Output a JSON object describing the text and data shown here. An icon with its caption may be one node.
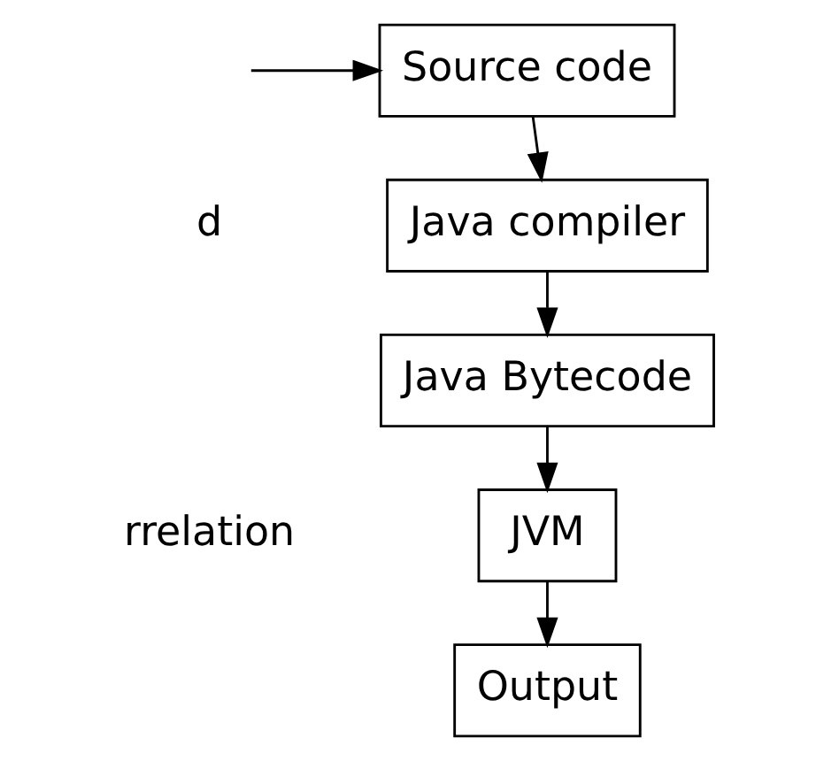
{
  "diagram": {
    "nodes": [
      {
        "text": [
          "Source code"
        ]
      },
      {
        "text": [
          "Java compiler"
        ]
      },
      {
        "text": [
          "Java Bytecode"
        ]
      },
      {
        "text": [
          "JVM"
        ]
      },
      {
        "text": [
          "Output"
        ]
      }
    ],
    "edges": [
      {
        "from": null,
        "to": 0,
        "arrow": "to"
      },
      {
        "from": 0,
        "to": 1,
        "arrow": "to"
      },
      {
        "from": 1,
        "to": 2,
        "arrow": "to"
      },
      {
        "from": 2,
        "to": 3,
        "arrow": "to"
      },
      {
        "from": 3,
        "to": 4,
        "arrow": "to"
      }
    ],
    "labels": [
      "d",
      "rrelation"
    ]
  }
}
